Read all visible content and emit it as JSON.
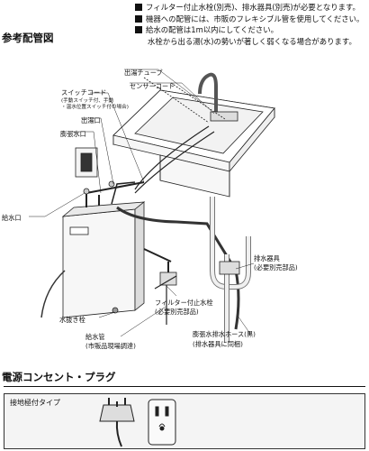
{
  "notes": [
    "フィルター付止水栓(別売)、排水器具(別売)が必要となります。",
    "機器への配管には、市販のフレキシブル管を使用してください。",
    "給水の配管は1m以内にしてください。",
    "水栓から出る湯(水)の勢いが著しく弱くなる場合があります。"
  ],
  "section1_title": "参考配管図",
  "labels": {
    "outlet_tube": "出湯チューブ",
    "sensor_cord": "センサーコード",
    "switch_cord": "スイッチコード",
    "switch_cord_note1": "(手動スイッチ付、手動",
    "switch_cord_note2": "・温水位置スイッチ付の場合)",
    "hot_outlet": "出湯口",
    "overflow_outlet": "膨張水口",
    "water_inlet": "給水口",
    "drain_fitting": "排水器具",
    "drain_fitting_note": "(必要別売部品)",
    "drain_plug": "水抜き栓",
    "supply_pipe": "給水管",
    "supply_pipe_note": "(市販品現場調達)",
    "filter_valve": "フィルター付止水栓",
    "filter_valve_note": "(必要別売部品)",
    "overflow_hose": "膨張水排水ホース(黒)",
    "overflow_hose_note": "(排水器具に同梱)"
  },
  "section2_title": "電源コンセント・プラグ",
  "power": {
    "type_label": "接地極付タイプ"
  }
}
